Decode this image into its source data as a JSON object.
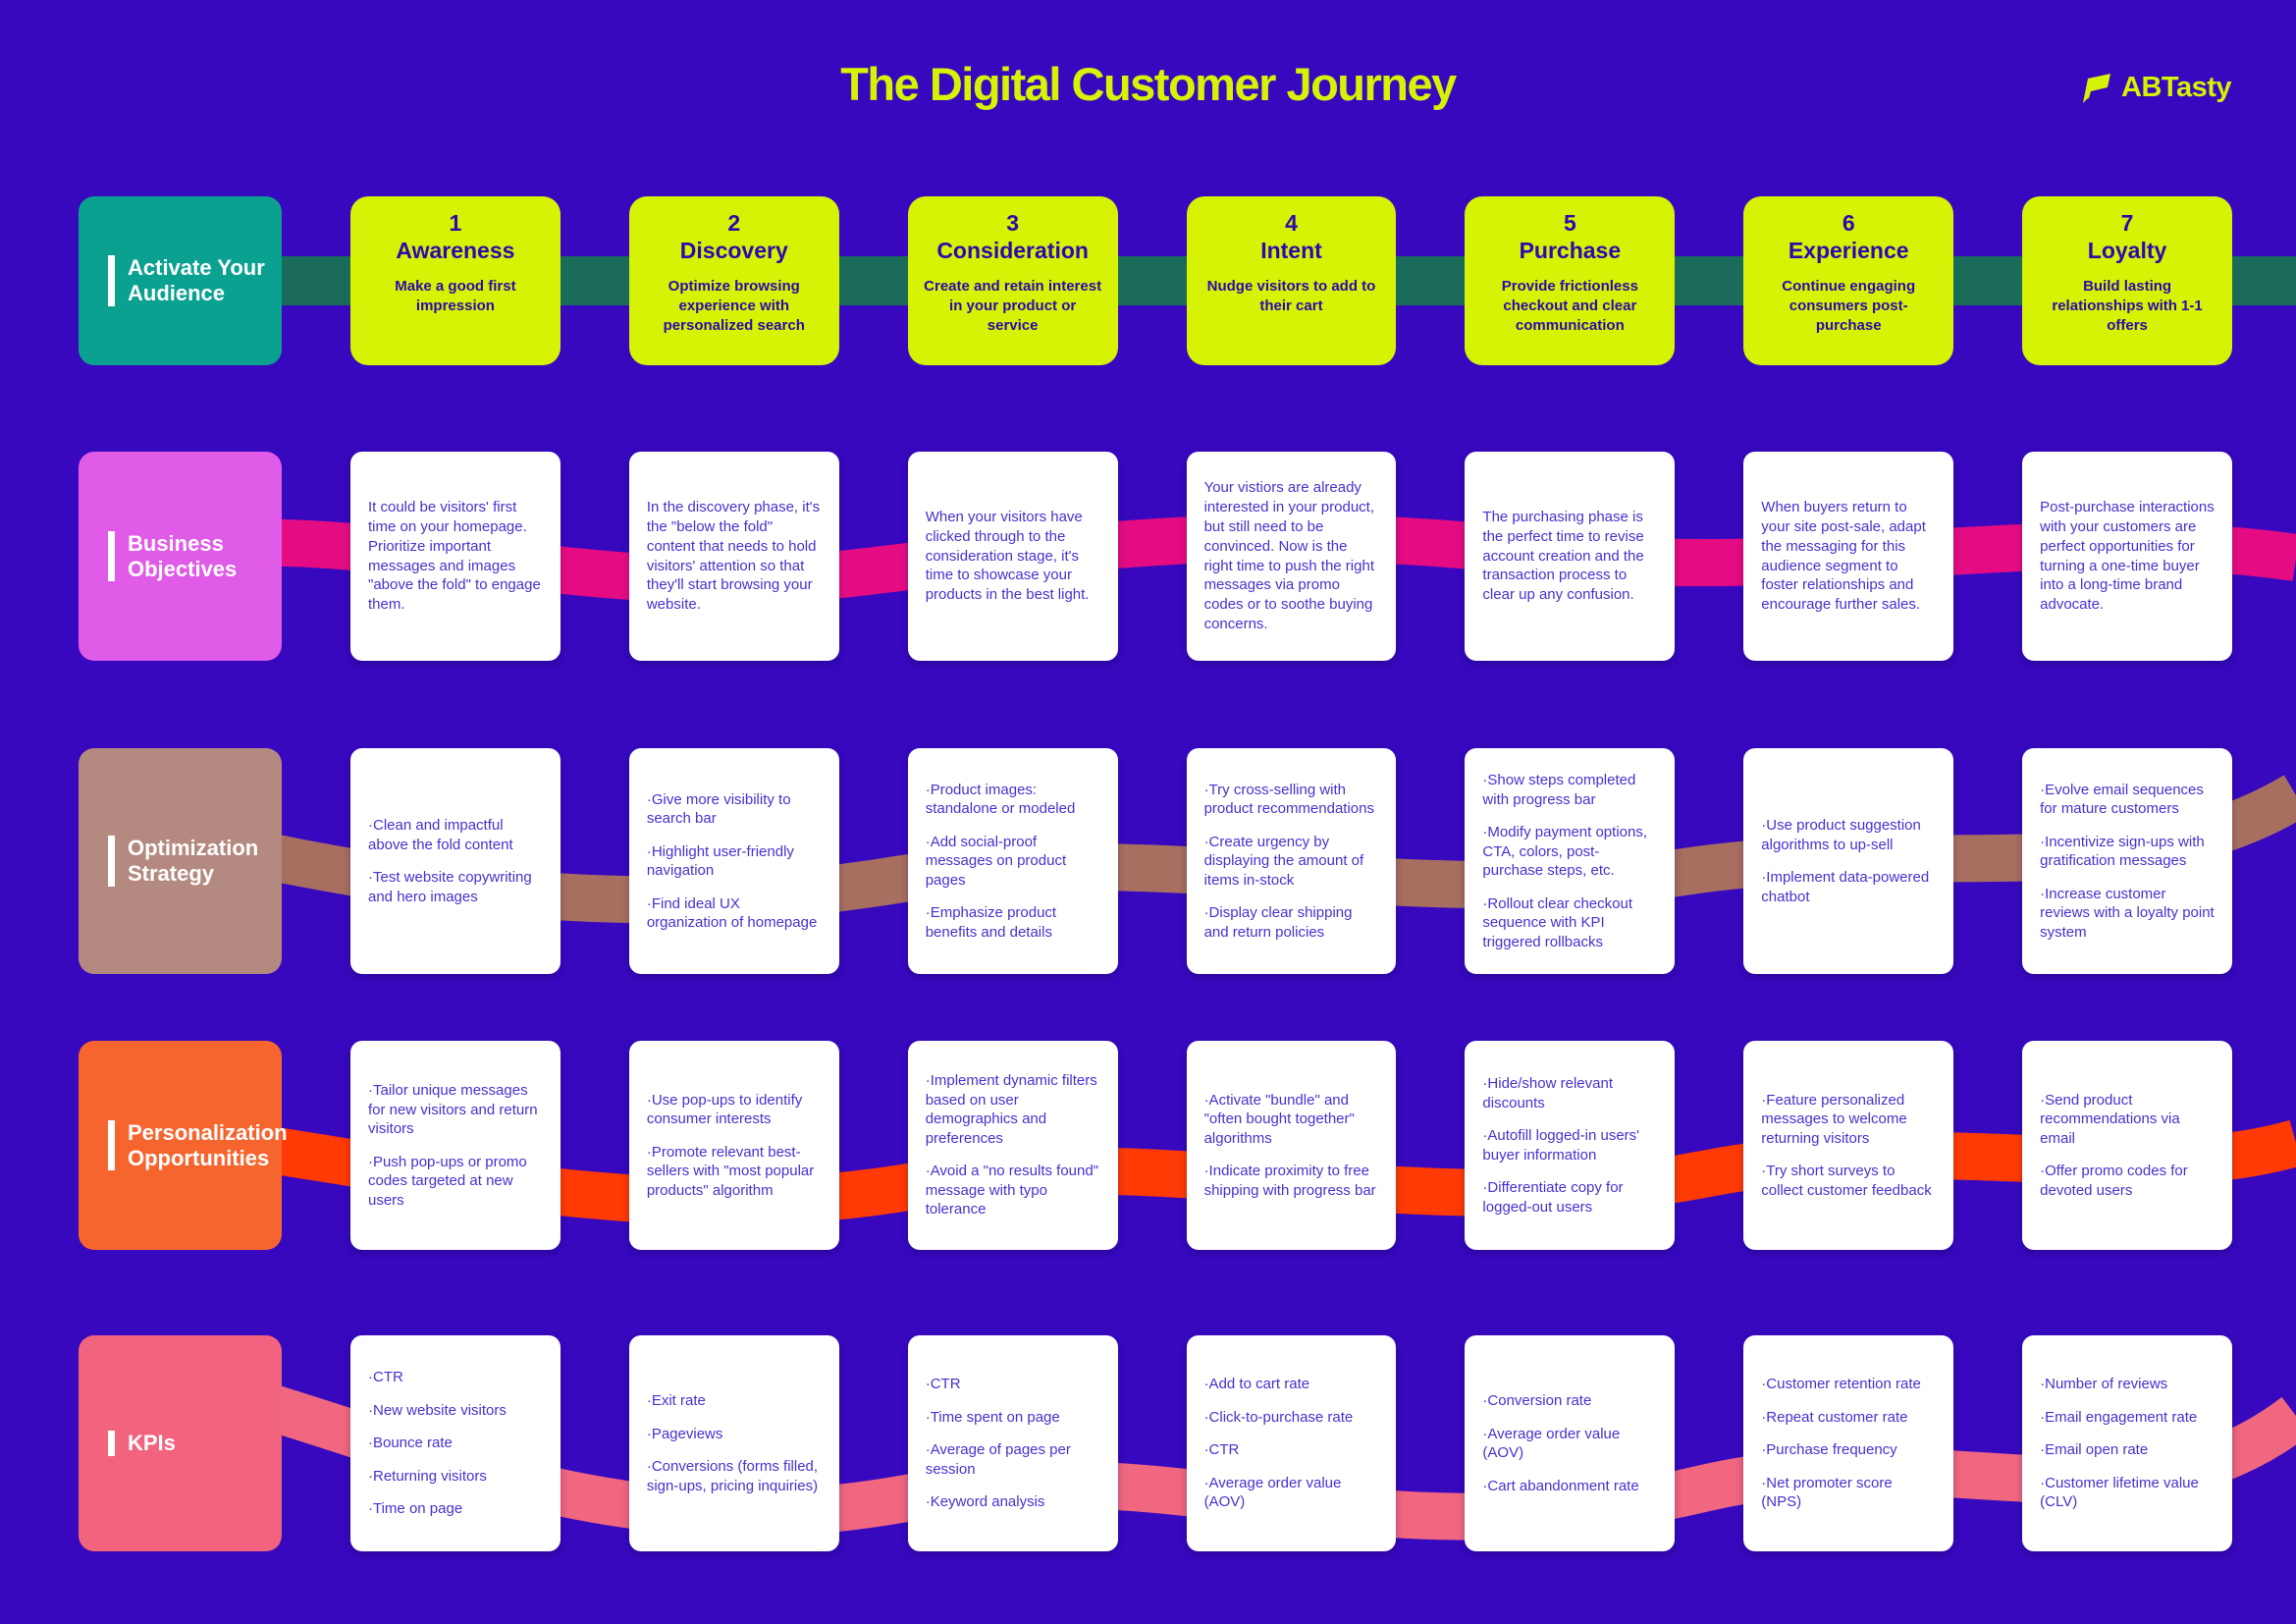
{
  "title": "The Digital Customer Journey",
  "logo_text": "ABTasty",
  "bullet_char": "·",
  "colors": {
    "background": "#3708BE",
    "accent_yellow": "#D6F205",
    "teal_label": "#0AA191",
    "teal_band": "#1B6B5B",
    "magenta_label": "#E05BE8",
    "magenta_ribbon": "#E50C83",
    "mauve_label": "#B4897F",
    "mauve_ribbon": "#A86F60",
    "orange_label": "#F7652F",
    "orange_ribbon": "#FF3A05",
    "pink_label": "#F2637D",
    "pink_ribbon": "#F0677F",
    "card_text": "#4631D0",
    "stage_text": "#2B09AC"
  },
  "stages": {
    "label": "Activate Your Audience",
    "items": [
      {
        "num": "1",
        "name": "Awareness",
        "desc": "Make a good first impression"
      },
      {
        "num": "2",
        "name": "Discovery",
        "desc": "Optimize browsing experience with personalized search"
      },
      {
        "num": "3",
        "name": "Consideration",
        "desc": "Create and retain interest in your product or service"
      },
      {
        "num": "4",
        "name": "Intent",
        "desc": "Nudge visitors to add to their cart"
      },
      {
        "num": "5",
        "name": "Purchase",
        "desc": "Provide frictionless checkout and clear communication"
      },
      {
        "num": "6",
        "name": "Experience",
        "desc": "Continue engaging consumers post-purchase"
      },
      {
        "num": "7",
        "name": "Loyalty",
        "desc": "Build lasting relationships with 1-1 offers"
      }
    ]
  },
  "business_objectives": {
    "label": "Business Objectives",
    "cards": [
      "It could be visitors' first time on your homepage. Prioritize important messages and images \"above the fold\" to engage them.",
      "In the discovery phase, it's the \"below the fold\" content that needs to hold visitors' attention so that they'll start browsing your website.",
      "When your visitors have clicked through to the consideration stage, it's time to showcase your products in the best light.",
      "Your vistiors are already interested in your product, but still need to be convinced. Now is the right time to push the right messages via promo codes or to soothe buying concerns.",
      "The purchasing phase is the perfect time to revise account creation and the transaction process to clear up any confusion.",
      "When buyers return to your site post-sale, adapt the messaging for this audience segment to foster relationships and encourage further sales.",
      "Post-purchase interactions with your customers are perfect opportunities for turning a one-time buyer into a long-time brand advocate."
    ]
  },
  "optimization_strategy": {
    "label": "Optimization Strategy",
    "cards": [
      [
        "Clean and impactful above the fold content",
        "Test website copywriting and hero images"
      ],
      [
        "Give more visibility to search bar",
        "Highlight user-friendly navigation",
        "Find ideal UX organization of homepage"
      ],
      [
        "Product images: standalone or modeled",
        "Add social-proof messages on product pages",
        "Emphasize product benefits and details"
      ],
      [
        "Try cross-selling with product recommendations",
        "Create urgency by displaying the amount of items in-stock",
        "Display clear shipping and return policies"
      ],
      [
        "Show steps completed with progress bar",
        "Modify payment options, CTA, colors, post-purchase steps, etc.",
        "Rollout clear checkout sequence with KPI triggered rollbacks"
      ],
      [
        "Use product suggestion algorithms to up-sell",
        "Implement data-powered chatbot"
      ],
      [
        "Evolve email sequences for mature customers",
        "Incentivize sign-ups with gratification messages",
        "Increase customer reviews with a loyalty point system"
      ]
    ]
  },
  "personalization_opportunities": {
    "label": "Personalization Opportunities",
    "cards": [
      [
        "Tailor unique messages for new visitors and return visitors",
        "Push pop-ups or promo codes targeted at new users"
      ],
      [
        "Use pop-ups to identify consumer interests",
        "Promote relevant best-sellers with \"most popular products\" algorithm"
      ],
      [
        "Implement dynamic filters based on user demographics and preferences",
        "Avoid a \"no results found\" message with typo tolerance"
      ],
      [
        "Activate \"bundle\" and \"often bought together\" algorithms",
        "Indicate proximity to free shipping with progress bar"
      ],
      [
        "Hide/show relevant discounts",
        "Autofill logged-in users' buyer information",
        "Differentiate copy for logged-out users"
      ],
      [
        "Feature personalized messages to welcome returning visitors",
        "Try short surveys to collect customer feedback"
      ],
      [
        "Send product recommendations via email",
        "Offer promo codes for devoted users"
      ]
    ]
  },
  "kpis": {
    "label": "KPIs",
    "cards": [
      [
        "CTR",
        "New website visitors",
        "Bounce rate",
        "Returning visitors",
        "Time on page"
      ],
      [
        "Exit rate",
        "Pageviews",
        "Conversions (forms filled, sign-ups, pricing inquiries)"
      ],
      [
        "CTR",
        "Time spent on page",
        "Average of pages per session",
        "Keyword analysis"
      ],
      [
        "Add to cart rate",
        "Click-to-purchase rate",
        "CTR",
        "Average order value (AOV)"
      ],
      [
        "Conversion rate",
        "Average order value (AOV)",
        "Cart abandonment rate"
      ],
      [
        "Customer retention rate",
        "Repeat customer rate",
        "Purchase frequency",
        "Net promoter score (NPS)"
      ],
      [
        "Number of reviews",
        "Email engagement rate",
        "Email open rate",
        "Customer lifetime value (CLV)"
      ]
    ]
  }
}
